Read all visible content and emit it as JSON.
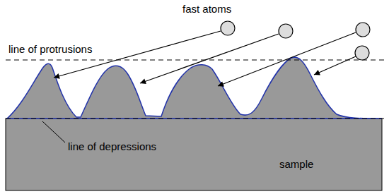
{
  "diagram": {
    "labels": [
      "fast atoms",
      "line of protrusions",
      "line of depressions",
      "sample"
    ]
  }
}
